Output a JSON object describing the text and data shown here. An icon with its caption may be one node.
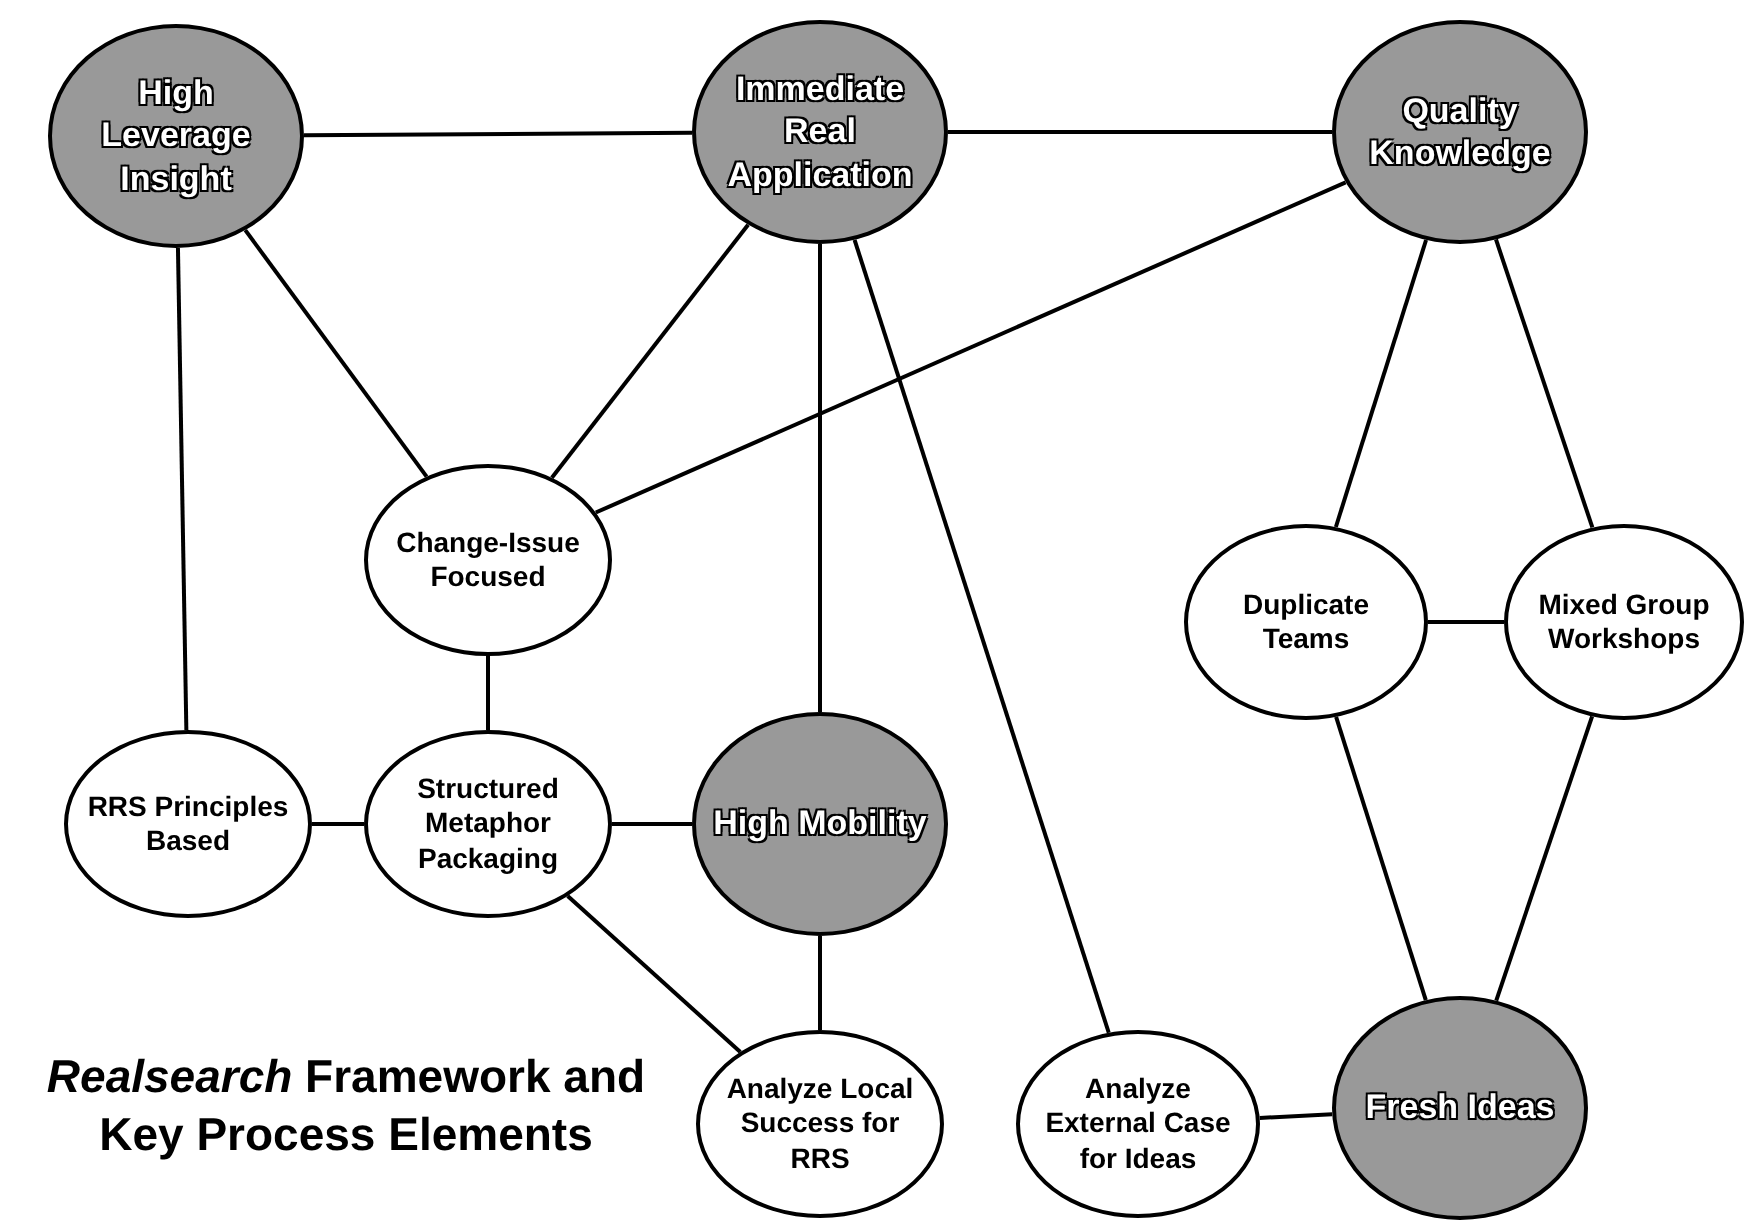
{
  "diagram": {
    "title": "*Realsearch* Framework and Key Process Elements",
    "nodes": [
      {
        "text": [
          "High Leverage Insight"
        ]
      },
      {
        "text": [
          "Immediate Real Application"
        ]
      },
      {
        "text": [
          "Quality Knowledge"
        ]
      },
      {
        "text": [
          "Change-Issue Focused"
        ]
      },
      {
        "text": [
          "Duplicate Teams"
        ]
      },
      {
        "text": [
          "Mixed Group Workshops"
        ]
      },
      {
        "text": [
          "RRS Principles Based"
        ]
      },
      {
        "text": [
          "Structured Metaphor Packaging"
        ]
      },
      {
        "text": [
          "High Mobility"
        ]
      },
      {
        "text": [
          "Analyze Local Success for RRS"
        ]
      },
      {
        "text": [
          "Analyze External Case for Ideas"
        ]
      },
      {
        "text": [
          "Fresh Ideas"
        ]
      }
    ],
    "edges": [
      {
        "from": 0,
        "to": 1,
        "arrow": "none"
      },
      {
        "from": 1,
        "to": 2,
        "arrow": "none"
      },
      {
        "from": 0,
        "to": 6,
        "arrow": "none"
      },
      {
        "from": 0,
        "to": 3,
        "arrow": "none"
      },
      {
        "from": 1,
        "to": 3,
        "arrow": "none"
      },
      {
        "from": 2,
        "to": 3,
        "arrow": "none"
      },
      {
        "from": 1,
        "to": 8,
        "arrow": "none"
      },
      {
        "from": 1,
        "to": 10,
        "arrow": "none"
      },
      {
        "from": 2,
        "to": 4,
        "arrow": "none"
      },
      {
        "from": 2,
        "to": 5,
        "arrow": "none"
      },
      {
        "from": 4,
        "to": 5,
        "arrow": "none"
      },
      {
        "from": 3,
        "to": 7,
        "arrow": "none"
      },
      {
        "from": 6,
        "to": 7,
        "arrow": "none"
      },
      {
        "from": 7,
        "to": 8,
        "arrow": "none"
      },
      {
        "from": 7,
        "to": 9,
        "arrow": "none"
      },
      {
        "from": 8,
        "to": 9,
        "arrow": "none"
      },
      {
        "from": 4,
        "to": 11,
        "arrow": "none"
      },
      {
        "from": 5,
        "to": 11,
        "arrow": "none"
      },
      {
        "from": 10,
        "to": 11,
        "arrow": "none"
      }
    ]
  }
}
